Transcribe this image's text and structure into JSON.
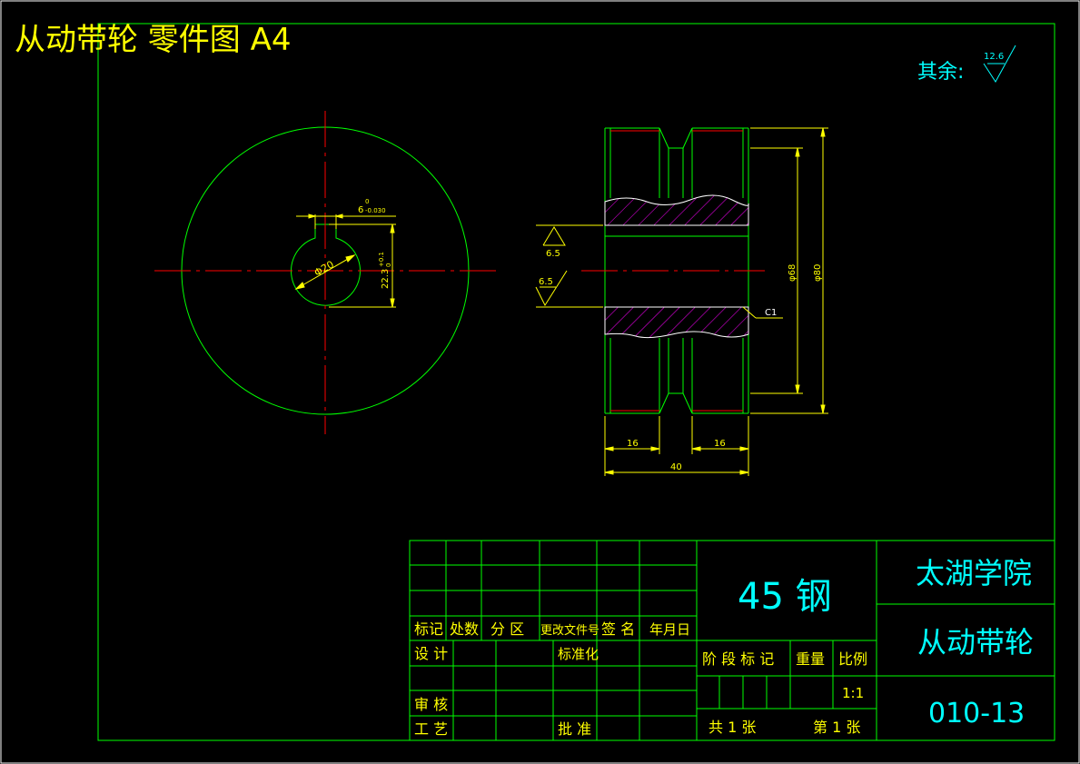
{
  "drawing_title": "从动带轮 零件图 A4",
  "roughness": {
    "prefix": "其余:",
    "general_value": "12.6",
    "bore_top": "6.5",
    "bore_bottom": "6.5"
  },
  "dimensions": {
    "keyway_width": "6",
    "keyway_tolerance": "-0.030",
    "keyway_tolerance_upper": "0",
    "bore_diameter": "Φ20",
    "keyway_depth": "22.3",
    "keyway_depth_tol": "+0.1",
    "keyway_depth_tol_lower": "0",
    "groove_diameter": "φ68",
    "outer_diameter": "φ80",
    "chamfer": "C1",
    "rim_left": "16",
    "rim_right": "16",
    "total_width": "40"
  },
  "title_block": {
    "material": "45 钢",
    "school": "太湖学院",
    "part_name": "从动带轮",
    "drawing_number": "010-13",
    "headers": [
      "标记",
      "处数",
      "分 区",
      "更改文件号",
      "签 名",
      "年月日"
    ],
    "row_design": "设 计",
    "row_standard": "标准化",
    "row_stage_mark": "阶 段 标 记",
    "row_weight": "重量",
    "row_scale": "比例",
    "scale_value": "1:1",
    "row_review": "审 核",
    "row_process": "工 艺",
    "row_approve": "批 准",
    "sheets_total": "共 1 张",
    "sheet_index": "第 1 张"
  },
  "colors": {
    "border": "#00ff00",
    "centerline": "#ff0000",
    "dimension": "#ffff00",
    "hatch": "#ff00ff",
    "title_text": "#00ffff",
    "header_text": "#ffff00"
  }
}
